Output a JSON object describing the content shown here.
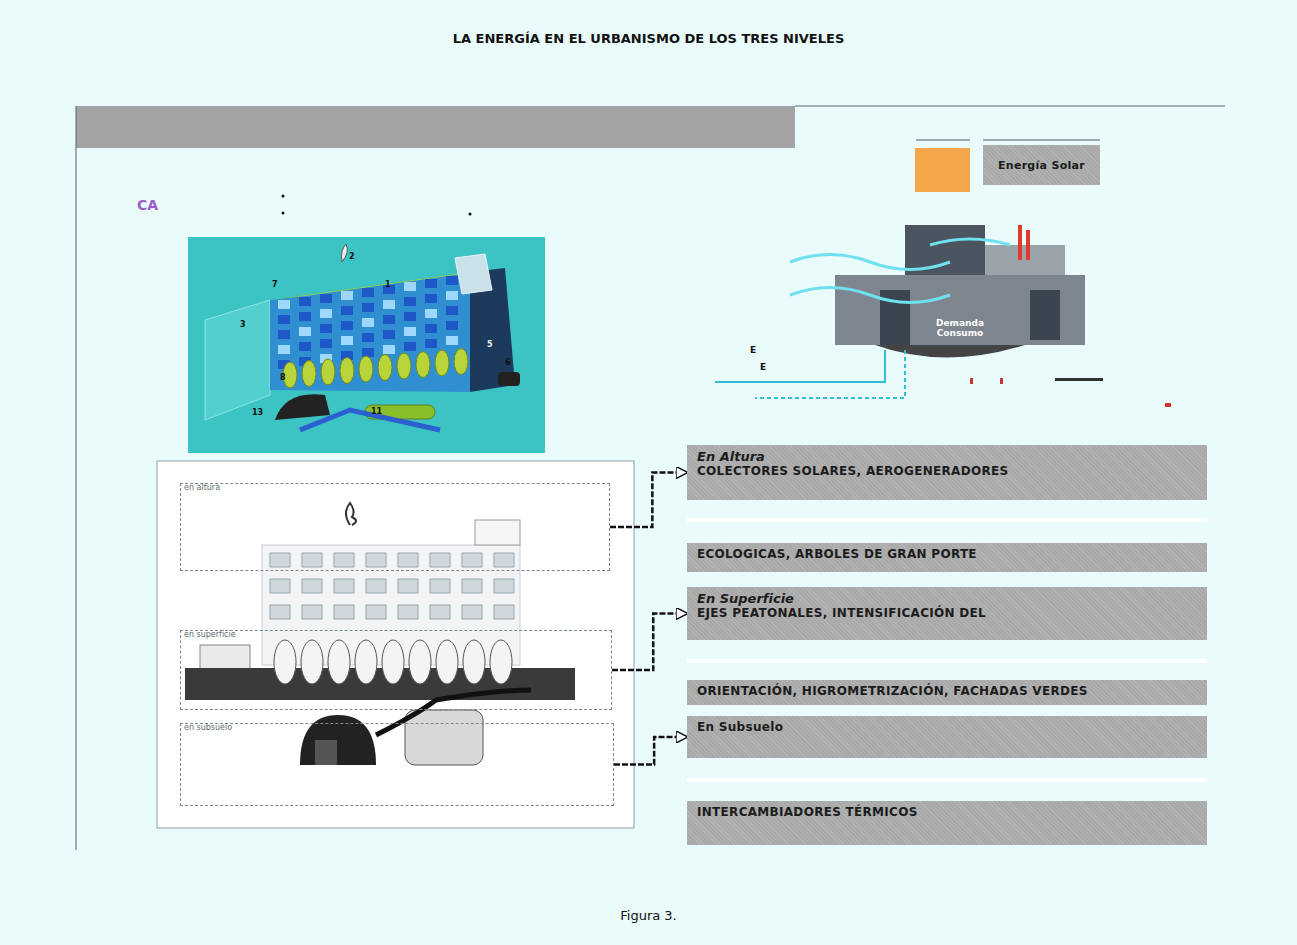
{
  "diagram": {
    "title": "LA ENERGÍA EN EL URBANISMO DE LOS TRES NIVELES",
    "caption": "Figura 3.",
    "nodes": [
      {
        "text": [
          "Energía Solar"
        ]
      },
      {
        "text": [
          "en altura"
        ]
      },
      {
        "text": [
          "en superficie"
        ]
      },
      {
        "text": [
          "en subsuelo"
        ]
      },
      {
        "text": [
          "En Altura",
          "COLECTORES SOLARES, AEROGENERADORES"
        ]
      },
      {
        "text": [
          "ECOLOGICAS, ARBOLES DE GRAN PORTE"
        ]
      },
      {
        "text": [
          "En Superficie",
          "EJES PEATONALES, INTENSIFICACIÓN DEL"
        ]
      },
      {
        "text": [
          "ORIENTACIÓN, HIGROMETRIZACIÓN, FACHADAS VERDES"
        ]
      },
      {
        "text": [
          "En Subsuelo"
        ]
      },
      {
        "text": [
          "INTERCAMBIADORES TÉRMICOS"
        ]
      }
    ],
    "edges": [
      {
        "from": 1,
        "to": 4,
        "arrow": "to"
      },
      {
        "from": 2,
        "to": 6,
        "arrow": "to"
      },
      {
        "from": 3,
        "to": 8,
        "arrow": "to"
      }
    ],
    "labels": [
      "CA",
      "7",
      "2",
      "1",
      "3",
      "5",
      "8",
      "6",
      "13",
      "11",
      "Demanda Consumo",
      "E",
      "E"
    ]
  }
}
